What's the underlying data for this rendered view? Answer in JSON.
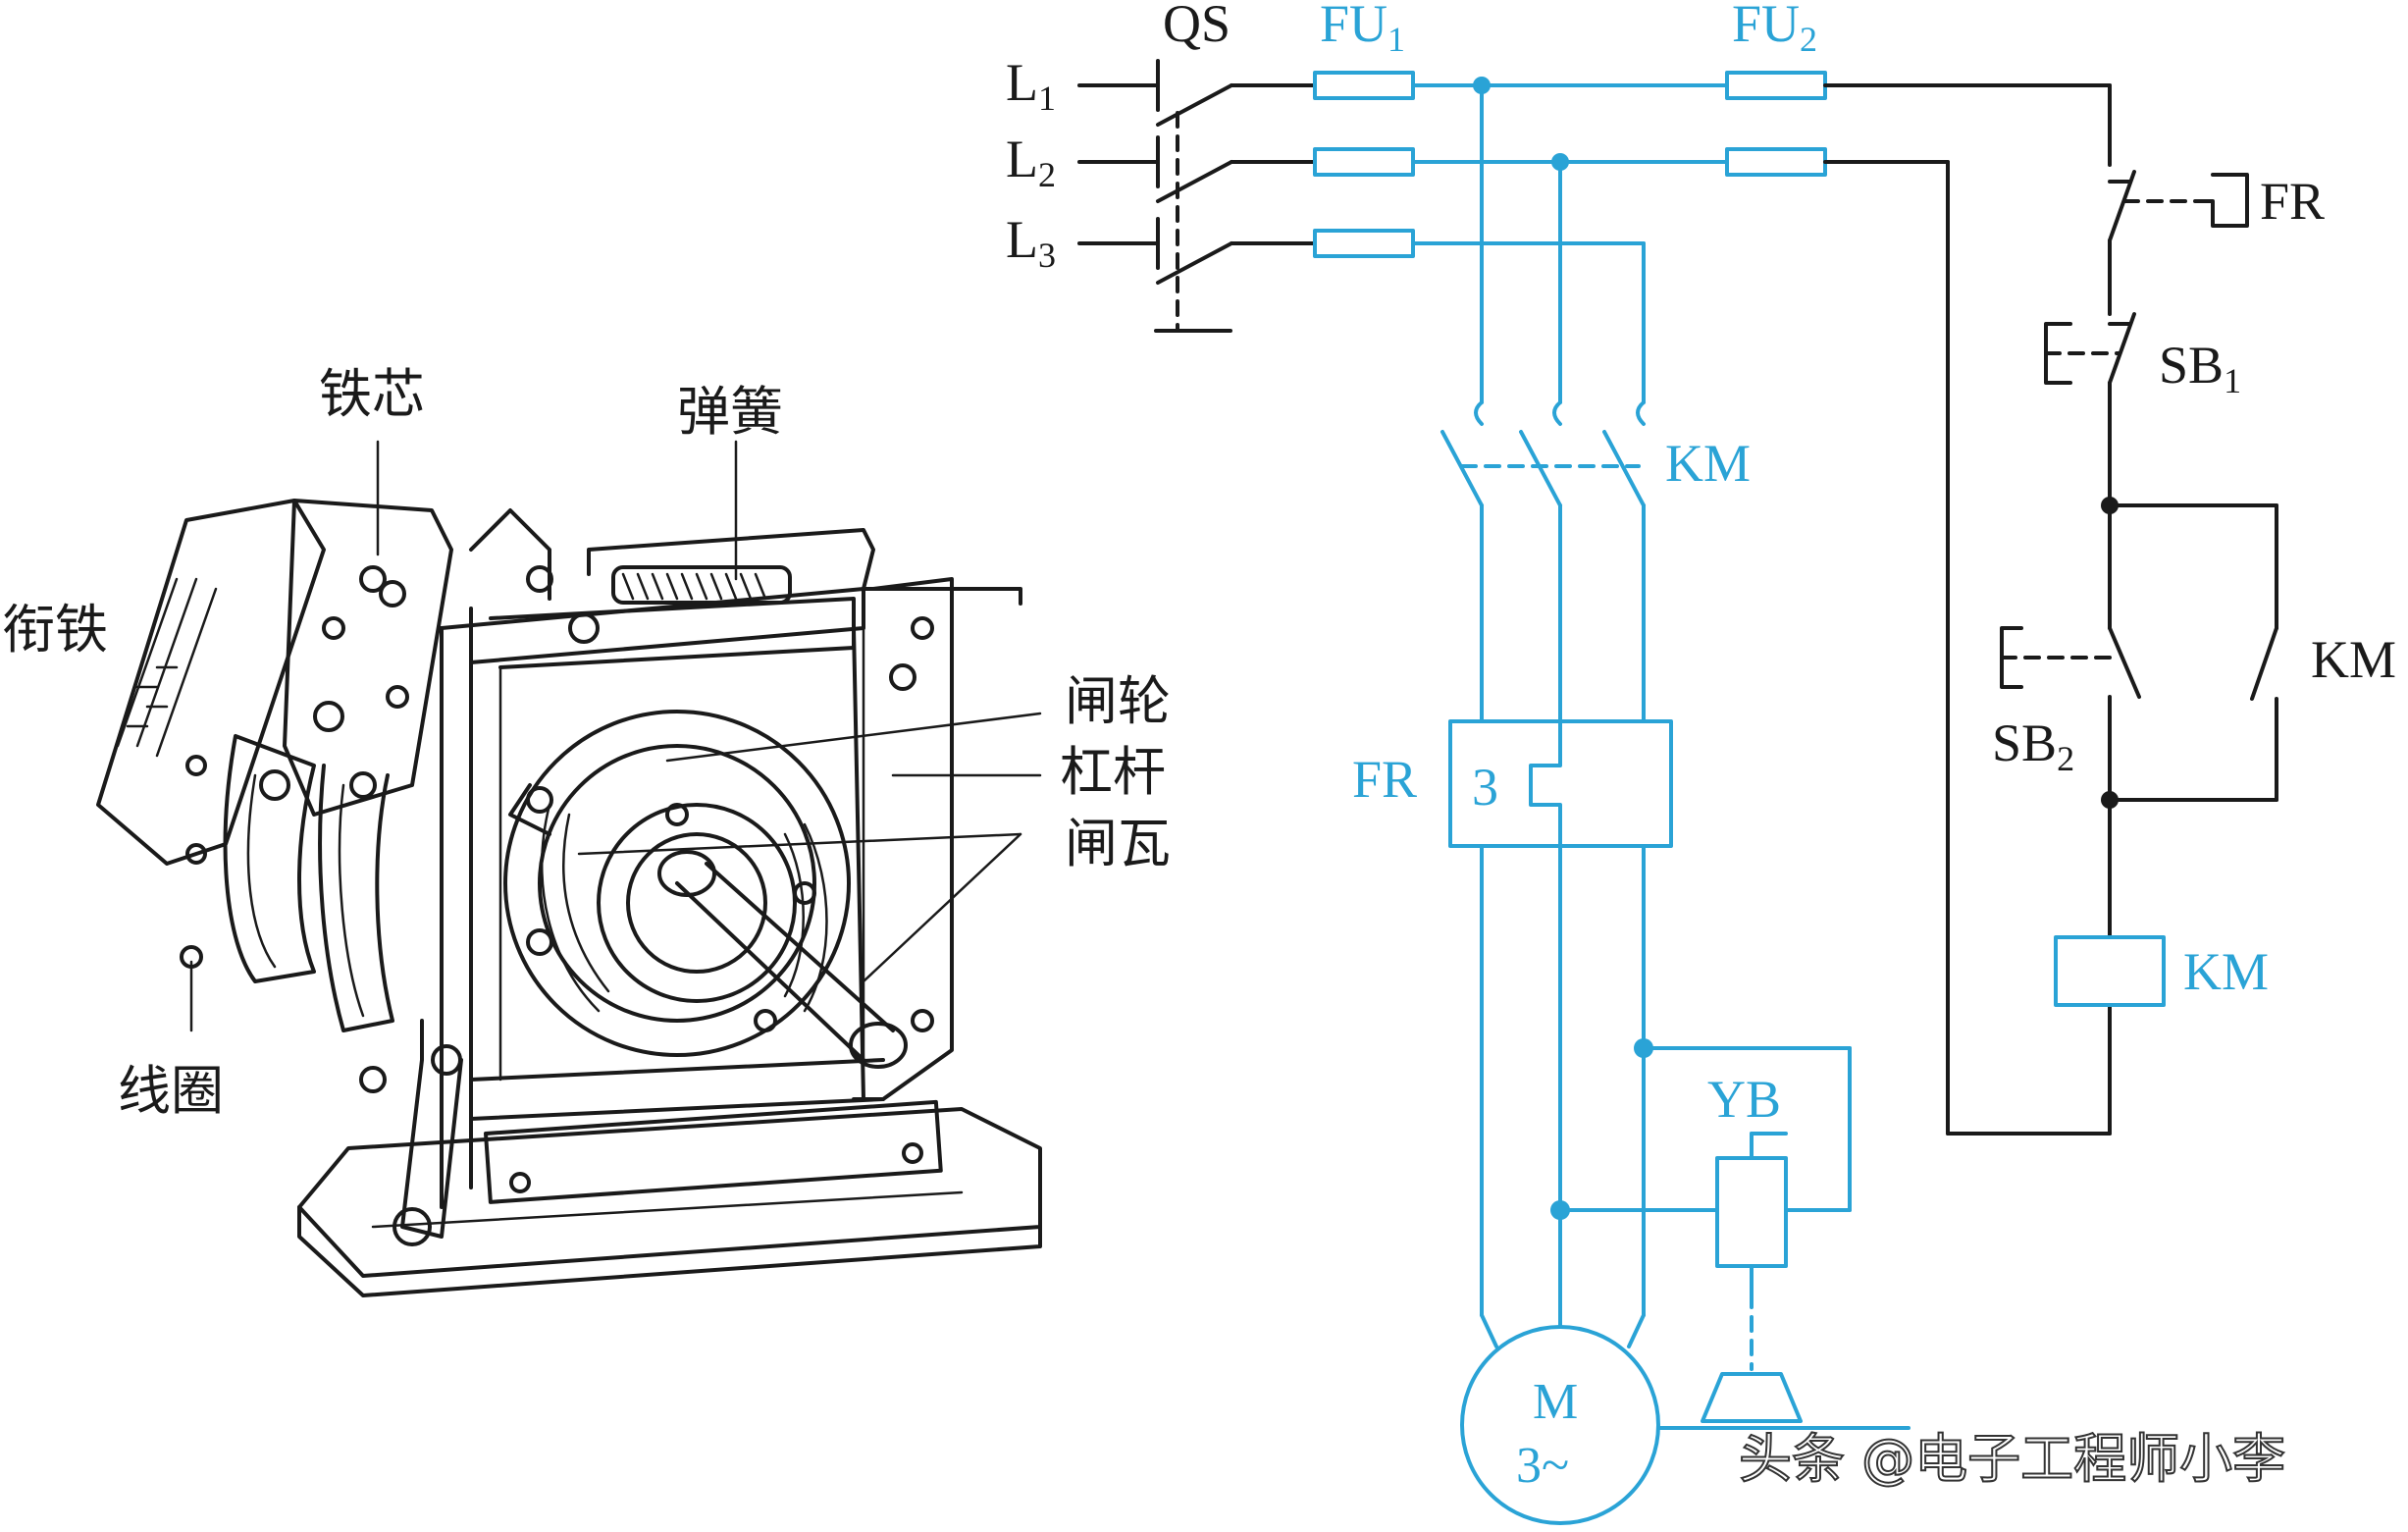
{
  "labels": {
    "qs": "QS",
    "fu1": "FU",
    "fu1_sub": "1",
    "fu2": "FU",
    "fu2_sub": "2",
    "l1": "L",
    "l1_sub": "1",
    "l2": "L",
    "l2_sub": "2",
    "l3": "L",
    "l3_sub": "3",
    "km_main": "KM",
    "fr_main": "FR",
    "fr_num": "3",
    "yb": "YB",
    "motor_m": "M",
    "motor_3": "3~",
    "fr_ctrl": "FR",
    "sb1": "SB",
    "sb1_sub": "1",
    "sb2": "SB",
    "sb2_sub": "2",
    "km_aux": "KM",
    "km_coil": "KM"
  },
  "parts": {
    "iron_core": "铁芯",
    "spring": "弹簧",
    "armature": "衔铁",
    "brake_wheel": "闸轮",
    "lever": "杠杆",
    "brake_shoe": "闸瓦",
    "coil": "线圈"
  },
  "watermark": "头条 @电子工程师小李",
  "colors": {
    "line_black": "#1a1a1a",
    "line_blue": "#2aa3d6"
  }
}
